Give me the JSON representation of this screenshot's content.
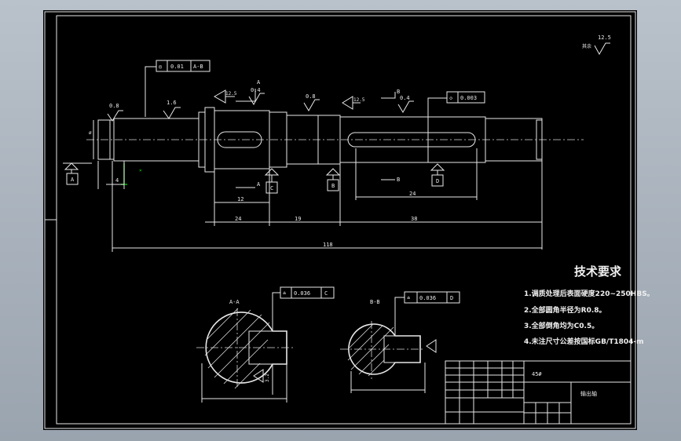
{
  "roughness": {
    "value": "12.5",
    "label": "其余"
  },
  "gdt": {
    "runout_top": {
      "symbol": "◎",
      "value": "0.01",
      "datum": "A-B"
    },
    "runout_right": {
      "symbol": "◇",
      "value": "0.003"
    },
    "section_a": {
      "symbol": "≐",
      "value": "0.036",
      "datum": "C"
    },
    "section_b": {
      "symbol": "≐",
      "value": "0.036",
      "datum": "D"
    }
  },
  "surface_values": [
    "0.8",
    "1.6",
    "0.4",
    "0.8",
    "0.4"
  ],
  "datum_labels": [
    "A",
    "C",
    "B",
    "D"
  ],
  "section_markers": [
    "A",
    "A",
    "B",
    "B"
  ],
  "dimensions": [
    "4",
    "12",
    "24",
    "19",
    "38",
    "24",
    "118"
  ],
  "section_titles": [
    "A-A",
    "B-B"
  ],
  "tech": {
    "title": "技术要求",
    "items": [
      "1.调质处理后表面硬度220~250HBS。",
      "2.全部圆角半径为R0.8。",
      "3.全部倒角均为C0.5。",
      "4.未注尺寸公差按国标GB/T1804-m"
    ]
  },
  "titleblock": {
    "material": "45#",
    "part": "输出轴"
  }
}
